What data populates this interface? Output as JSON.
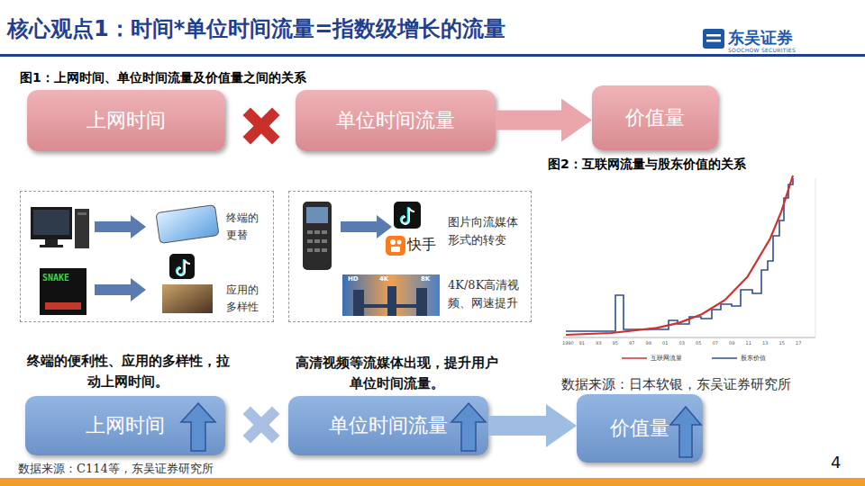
{
  "diagram": {
    "title": "核心观点1：时间*单位时间流量=指数级增长的流量",
    "nodes": [
      {
        "text": [
          "上网时间"
        ]
      },
      {
        "text": [
          "单位时间流量"
        ]
      },
      {
        "text": [
          "价值量"
        ]
      },
      {
        "text": [
          "终端的 更替",
          "应用的 多样性"
        ]
      },
      {
        "text": [
          "图片向流媒体 形式的转变",
          "4K/8K高清视 频、网速提升"
        ]
      },
      {
        "text": [
          "上网时间"
        ]
      },
      {
        "text": [
          "单位时间流量"
        ]
      },
      {
        "text": [
          "价值量"
        ]
      }
    ],
    "edges": [
      {
        "from": 1,
        "to": 2,
        "arrow": "to"
      },
      {
        "from": 6,
        "to": 7,
        "arrow": "to"
      }
    ],
    "labels": [
      "东吴证券",
      "SOOCHOW SECURITIES",
      "图1：上网时间、单位时间流量及价值量之间的关系",
      "图2：互联网流量与股东价值的关系",
      "1990",
      "91",
      "93",
      "95",
      "97",
      "99",
      "01",
      "03",
      "05",
      "07",
      "09",
      "11",
      "13",
      "15",
      "17",
      "SNAKE",
      "快手",
      "HD",
      "4K",
      "8K",
      "终端的便利性、应用的多样性，拉 动上网时间。",
      "高清视频等流媒体出现，提升用户 单位时间流量。",
      "数据来源：日本软银，东吴证券研究所",
      "数据来源：C114等，东吴证券研究所",
      "4"
    ],
    "legend": [
      {
        "text": "互联网流量"
      },
      {
        "text": "股东价值"
      }
    ]
  }
}
